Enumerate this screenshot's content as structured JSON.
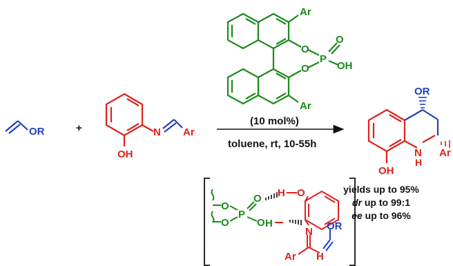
{
  "colors": {
    "vinyl_ether": "#1f3fbf",
    "imine": "#e0201a",
    "catalyst": "#1a8a1a",
    "text": "#111111"
  },
  "reactants": {
    "vinyl_ether_label": "OR",
    "plus": "+",
    "imine_n": "N",
    "imine_ar": "Ar",
    "imine_oh": "OH"
  },
  "catalyst": {
    "o1": "O",
    "o2": "O",
    "p": "P",
    "o_double": "O",
    "oh": "OH",
    "ar_top": "Ar",
    "ar_bottom": "Ar",
    "loading": "(10 mol%)"
  },
  "conditions": {
    "text": "toluene, rt, 10-55h"
  },
  "product": {
    "or": "OR",
    "nh_n": "N",
    "nh_h": "H",
    "ar": "Ar",
    "oh": "OH"
  },
  "results": {
    "line1": "yields up to 95%",
    "line2_italic": "dr",
    "line2_rest": " up to 99:1",
    "line3_italic": "ee",
    "line3_rest": " up to 96%"
  },
  "transition_state": {
    "h_top": "H",
    "o_top": "O",
    "o_left1": "O",
    "o_left2": "O",
    "p": "P",
    "o_double": "O",
    "o_right": "O",
    "h_bottom": "H",
    "n": "N",
    "or": "OR",
    "ar": "Ar",
    "h_alkene": "H"
  }
}
